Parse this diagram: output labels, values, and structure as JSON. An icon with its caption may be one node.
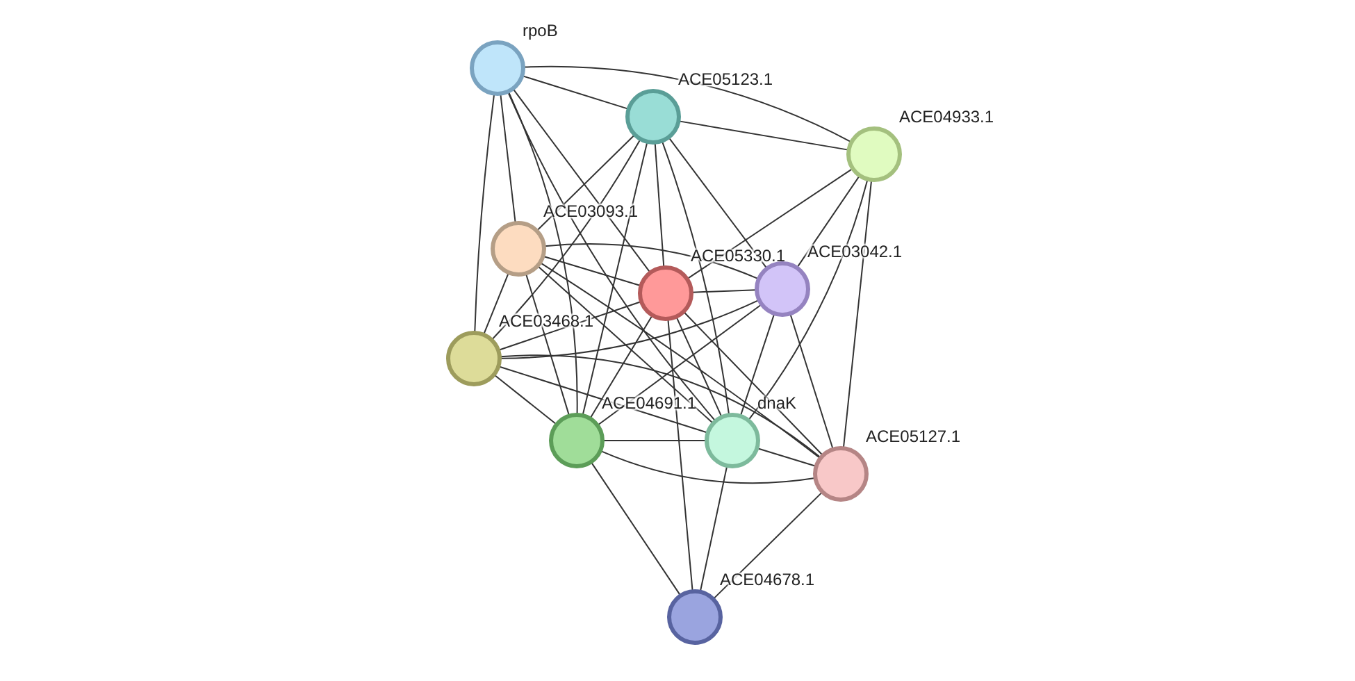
{
  "diagram": {
    "nodes": [
      {
        "text": [
          "rpoB"
        ]
      },
      {
        "text": [
          "ACE05123.1"
        ]
      },
      {
        "text": [
          "ACE04933.1"
        ]
      },
      {
        "text": [
          "ACE03093.1"
        ]
      },
      {
        "text": [
          "ACE05330.1"
        ]
      },
      {
        "text": [
          "ACE03042.1"
        ]
      },
      {
        "text": [
          "ACE03468.1"
        ]
      },
      {
        "text": [
          "ACE04691.1"
        ]
      },
      {
        "text": [
          "dnaK"
        ]
      },
      {
        "text": [
          "ACE05127.1"
        ]
      },
      {
        "text": [
          "ACE04678.1"
        ]
      }
    ],
    "edges": [
      {
        "from": 0,
        "to": 1,
        "arrow": "none"
      },
      {
        "from": 0,
        "to": 2,
        "arrow": "none"
      },
      {
        "from": 0,
        "to": 3,
        "arrow": "none"
      },
      {
        "from": 0,
        "to": 4,
        "arrow": "none"
      },
      {
        "from": 0,
        "to": 6,
        "arrow": "none"
      },
      {
        "from": 0,
        "to": 7,
        "arrow": "none"
      },
      {
        "from": 0,
        "to": 8,
        "arrow": "none"
      },
      {
        "from": 1,
        "to": 2,
        "arrow": "none"
      },
      {
        "from": 1,
        "to": 3,
        "arrow": "none"
      },
      {
        "from": 1,
        "to": 4,
        "arrow": "none"
      },
      {
        "from": 1,
        "to": 5,
        "arrow": "none"
      },
      {
        "from": 1,
        "to": 6,
        "arrow": "none"
      },
      {
        "from": 1,
        "to": 7,
        "arrow": "none"
      },
      {
        "from": 1,
        "to": 8,
        "arrow": "none"
      },
      {
        "from": 2,
        "to": 4,
        "arrow": "none"
      },
      {
        "from": 2,
        "to": 5,
        "arrow": "none"
      },
      {
        "from": 2,
        "to": 8,
        "arrow": "none"
      },
      {
        "from": 2,
        "to": 9,
        "arrow": "none"
      },
      {
        "from": 3,
        "to": 4,
        "arrow": "none"
      },
      {
        "from": 3,
        "to": 5,
        "arrow": "none"
      },
      {
        "from": 3,
        "to": 6,
        "arrow": "none"
      },
      {
        "from": 3,
        "to": 7,
        "arrow": "none"
      },
      {
        "from": 3,
        "to": 8,
        "arrow": "none"
      },
      {
        "from": 3,
        "to": 9,
        "arrow": "none"
      },
      {
        "from": 4,
        "to": 5,
        "arrow": "none"
      },
      {
        "from": 4,
        "to": 6,
        "arrow": "none"
      },
      {
        "from": 4,
        "to": 7,
        "arrow": "none"
      },
      {
        "from": 4,
        "to": 8,
        "arrow": "none"
      },
      {
        "from": 4,
        "to": 9,
        "arrow": "none"
      },
      {
        "from": 4,
        "to": 10,
        "arrow": "none"
      },
      {
        "from": 5,
        "to": 6,
        "arrow": "none"
      },
      {
        "from": 5,
        "to": 7,
        "arrow": "none"
      },
      {
        "from": 5,
        "to": 8,
        "arrow": "none"
      },
      {
        "from": 5,
        "to": 9,
        "arrow": "none"
      },
      {
        "from": 6,
        "to": 7,
        "arrow": "none"
      },
      {
        "from": 6,
        "to": 8,
        "arrow": "none"
      },
      {
        "from": 6,
        "to": 9,
        "arrow": "none"
      },
      {
        "from": 7,
        "to": 8,
        "arrow": "none"
      },
      {
        "from": 7,
        "to": 9,
        "arrow": "none"
      },
      {
        "from": 7,
        "to": 10,
        "arrow": "none"
      },
      {
        "from": 8,
        "to": 9,
        "arrow": "none"
      },
      {
        "from": 8,
        "to": 10,
        "arrow": "none"
      },
      {
        "from": 9,
        "to": 10,
        "arrow": "none"
      }
    ]
  }
}
